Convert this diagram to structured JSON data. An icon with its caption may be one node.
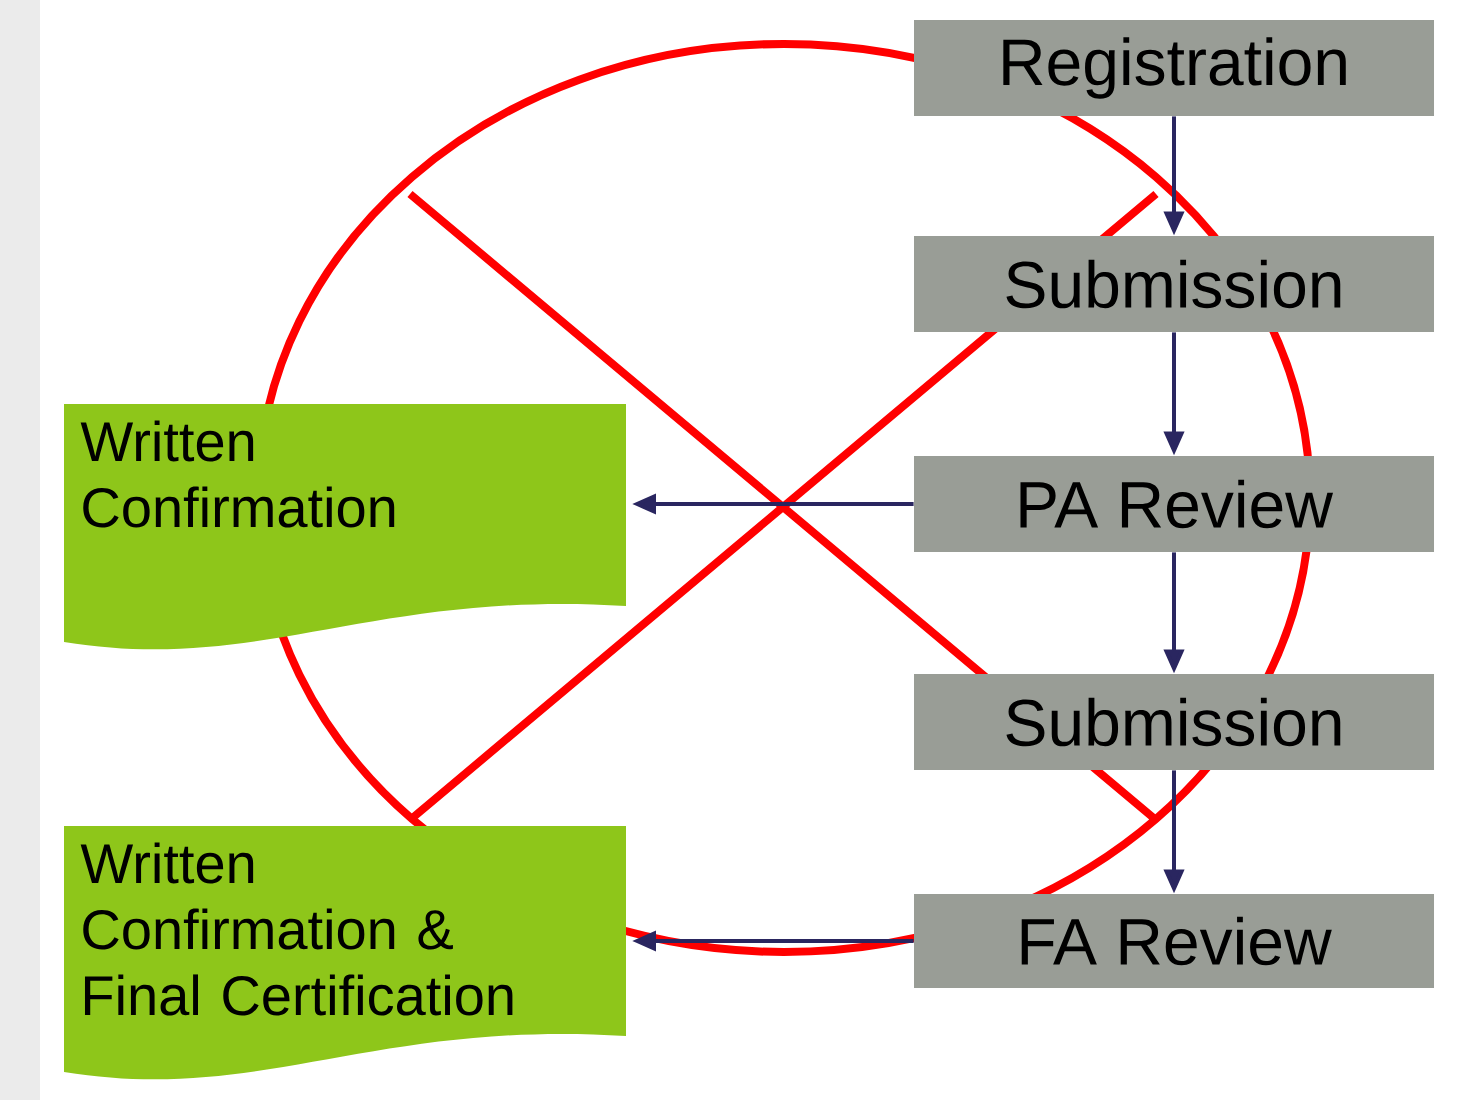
{
  "diagram": {
    "nodes": [
      {
        "text": [
          "Registration"
        ]
      },
      {
        "text": [
          "Submission"
        ]
      },
      {
        "text": [
          "PA Review"
        ]
      },
      {
        "text": [
          "Submission"
        ]
      },
      {
        "text": [
          "FA Review"
        ]
      },
      {
        "text": [
          "Written Confirmation"
        ]
      },
      {
        "text": [
          "Written Confirmation & Final Certification"
        ]
      }
    ],
    "edges": [
      {
        "from": 0,
        "to": 1,
        "arrow": "to"
      },
      {
        "from": 1,
        "to": 2,
        "arrow": "to"
      },
      {
        "from": 2,
        "to": 3,
        "arrow": "to"
      },
      {
        "from": 3,
        "to": 4,
        "arrow": "to"
      },
      {
        "from": 2,
        "to": 5,
        "arrow": "to"
      },
      {
        "from": 4,
        "to": 6,
        "arrow": "to"
      }
    ]
  }
}
